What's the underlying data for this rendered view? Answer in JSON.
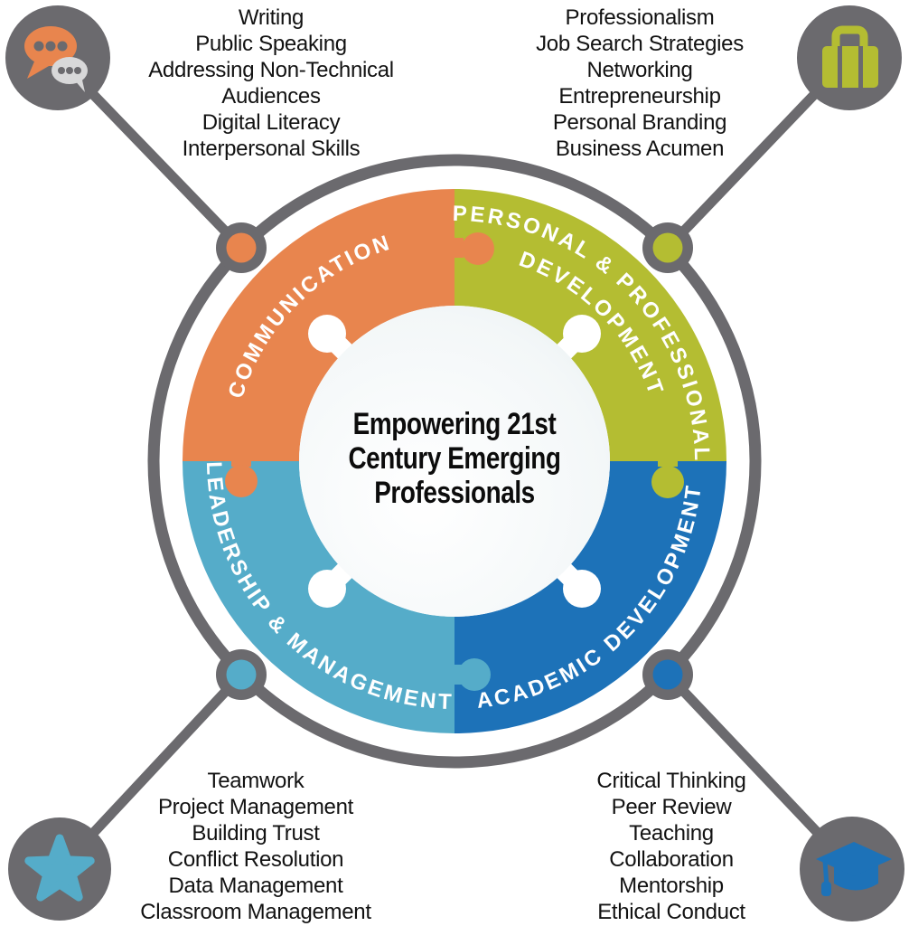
{
  "title": {
    "center": "Empowering 21st Century Emerging Professionals"
  },
  "wheel": {
    "ring_color": "#6B6A6E",
    "quadrants": [
      {
        "id": "communication",
        "label": "COMMUNICATION",
        "color": "#E8854E",
        "position": "top-left"
      },
      {
        "id": "personal-professional-development",
        "label": "PERSONAL & PROFESSIONAL DEVELOPMENT",
        "label_line1": "PERSONAL & PROFESSIONAL",
        "label_line2": "DEVELOPMENT",
        "color": "#B4BD32",
        "position": "top-right"
      },
      {
        "id": "academic-development",
        "label": "ACADEMIC DEVELOPMENT",
        "color": "#1D72B8",
        "position": "bottom-right"
      },
      {
        "id": "leadership-management",
        "label": "LEADERSHIP & MANAGEMENT",
        "color": "#55ACC9",
        "position": "bottom-left"
      }
    ]
  },
  "groups": {
    "communication": {
      "icon": "chat-bubbles",
      "items": [
        "Writing",
        "Public Speaking",
        "Addressing Non-Technical Audiences",
        "Digital Literacy",
        "Interpersonal Skills"
      ]
    },
    "personal_professional": {
      "icon": "briefcase",
      "items": [
        "Professionalism",
        "Job Search Strategies",
        "Networking",
        "Entrepreneurship",
        "Personal Branding",
        "Business Acumen"
      ]
    },
    "leadership_management": {
      "icon": "star",
      "items": [
        "Teamwork",
        "Project Management",
        "Building Trust",
        "Conflict Resolution",
        "Data Management",
        "Classroom Management"
      ]
    },
    "academic_development": {
      "icon": "graduation-cap",
      "items": [
        "Critical Thinking",
        "Peer Review",
        "Teaching",
        "Collaboration",
        "Mentorship",
        "Ethical Conduct"
      ]
    }
  },
  "colors": {
    "gray": "#6B6A6E",
    "orange": "#E8854E",
    "olive": "#B4BD32",
    "blue": "#1D72B8",
    "teal": "#55ACC9",
    "bubble_light": "#D8D8D9",
    "center_fill": "#EDF2F4",
    "text": "#121212"
  }
}
